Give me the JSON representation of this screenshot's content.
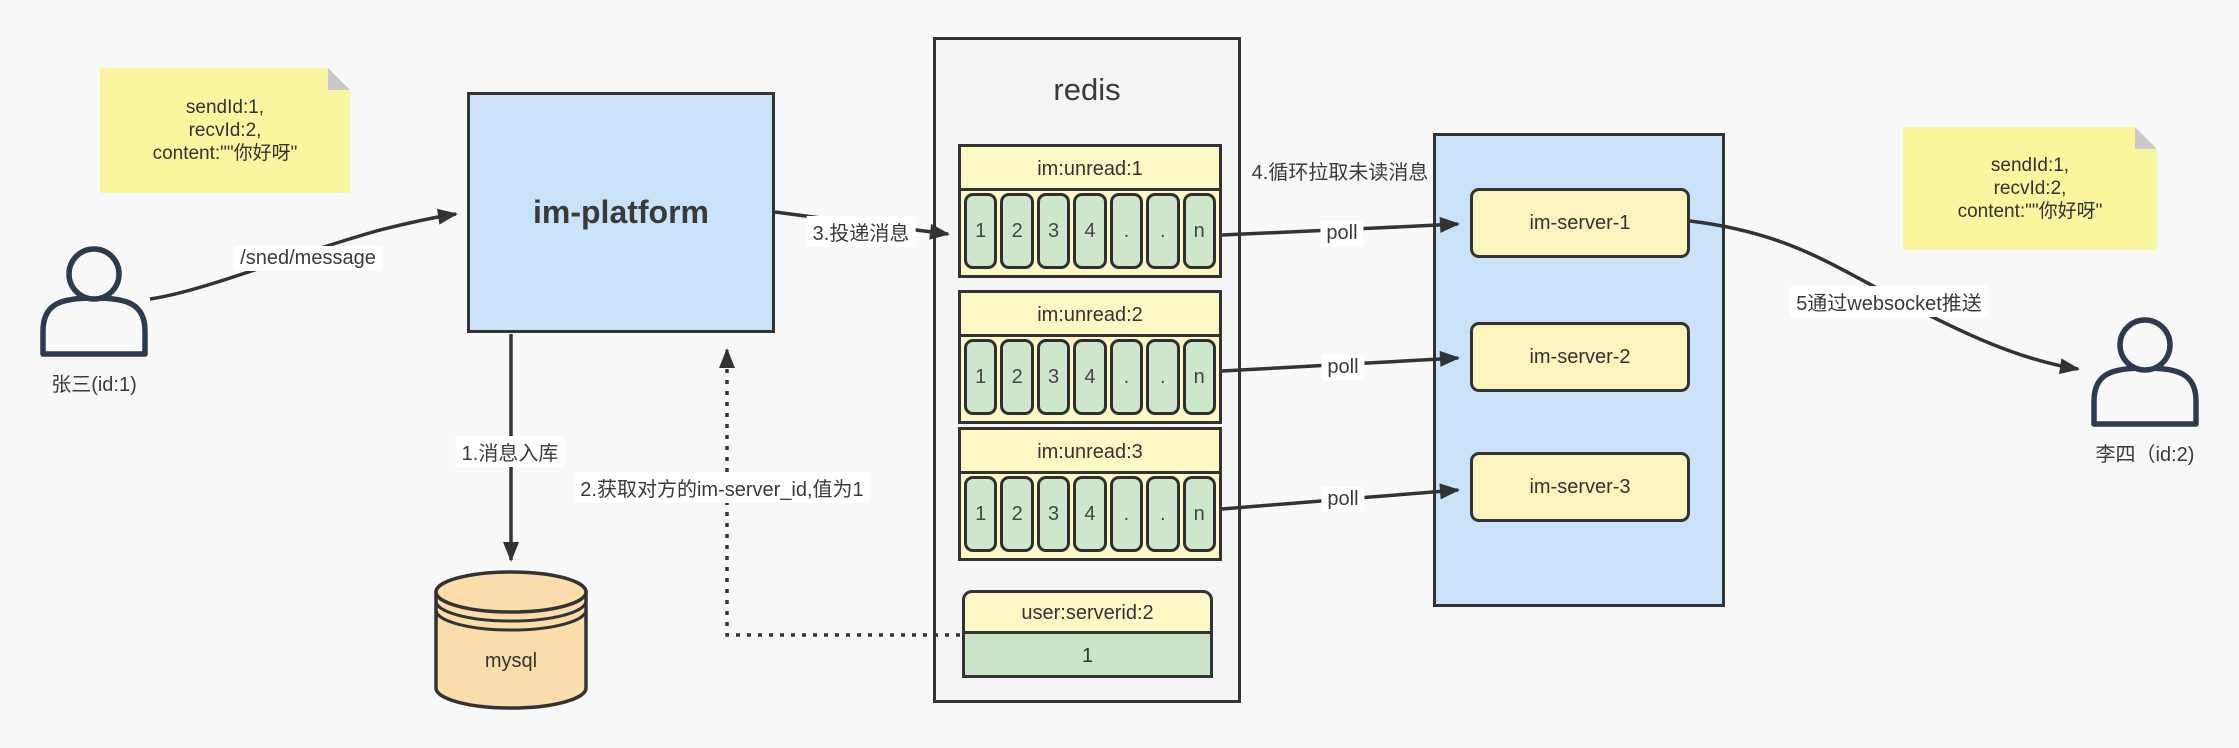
{
  "notes": {
    "left": {
      "line1": "sendId:1,",
      "line2": "recvId:2,",
      "line3": "content:\"\"你好呀\""
    },
    "right": {
      "line1": "sendId:1,",
      "line2": "recvId:2,",
      "line3": "content:\"\"你好呀\""
    }
  },
  "actors": {
    "sender": {
      "label": "张三(id:1)"
    },
    "receiver": {
      "label": "李四（id:2)"
    }
  },
  "platform": {
    "label": "im-platform"
  },
  "database": {
    "label": "mysql"
  },
  "redis": {
    "title": "redis",
    "queues": [
      {
        "header": "im:unread:1",
        "cells": [
          "1",
          "2",
          "3",
          "4",
          ".",
          ".",
          "n"
        ]
      },
      {
        "header": "im:unread:2",
        "cells": [
          "1",
          "2",
          "3",
          "4",
          ".",
          ".",
          "n"
        ]
      },
      {
        "header": "im:unread:3",
        "cells": [
          "1",
          "2",
          "3",
          "4",
          ".",
          ".",
          "n"
        ]
      }
    ],
    "kv": {
      "header": "user:serverid:2",
      "value": "1"
    }
  },
  "servers": [
    {
      "label": "im-server-1"
    },
    {
      "label": "im-server-2"
    },
    {
      "label": "im-server-3"
    }
  ],
  "flow_labels": {
    "send_api": "/sned/message",
    "step1": "1.消息入库",
    "step2": "2.获取对方的im-server_id,值为1",
    "step3": "3.投递消息",
    "step4": "4.循环拉取未读消息",
    "step5": "5通过websocket推送",
    "poll": "poll"
  },
  "colors": {
    "page_bg": "#F8F8F8",
    "blue_fill": "#C9E2F7",
    "note_yellow": "#FAF59F",
    "header_yellow": "#FCF8C6",
    "server_yellow": "#FBF4BE",
    "cell_green": "#CEE7CC",
    "kv_green": "#C9E4C8",
    "db_orange": "#FADDAB",
    "line": "#333333",
    "actor_stroke": "#2E3B4F"
  }
}
